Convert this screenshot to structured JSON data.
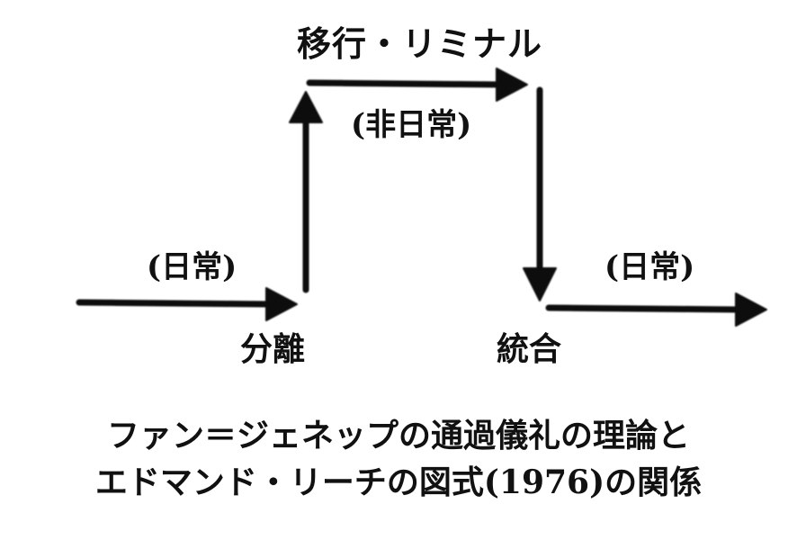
{
  "labels": {
    "transition": "移行・リミナル",
    "non_ordinary": "(非日常)",
    "ordinary_left": "(日常)",
    "ordinary_right": "(日常)",
    "separation": "分離",
    "integration": "統合"
  },
  "caption": {
    "line1": "ファン＝ジェネップの通過儀礼の理論と",
    "line2": "エドマンド・リーチの図式(1976)の関係"
  },
  "colors": {
    "arrow": "#111111",
    "text": "#111111",
    "background": "#ffffff"
  }
}
